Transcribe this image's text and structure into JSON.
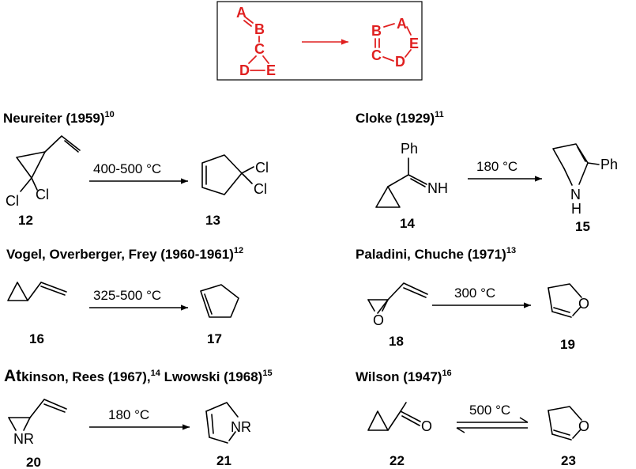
{
  "general": {
    "reactant_atoms": [
      "A",
      "B",
      "C",
      "D",
      "E"
    ],
    "product_atoms": [
      "B",
      "A",
      "E",
      "C",
      "D"
    ],
    "color": "#e02020"
  },
  "reactions": [
    {
      "title": "Neureiter (1959)",
      "ref": "10",
      "reactant_label": "12",
      "product_label": "13",
      "condition": "400-500 °C",
      "atoms": [
        "Cl",
        "Cl",
        "Cl",
        "Cl"
      ]
    },
    {
      "title": "Cloke (1929)",
      "ref": "11",
      "reactant_label": "14",
      "product_label": "15",
      "condition": "180 °C",
      "atoms": [
        "Ph",
        "NH",
        "Ph",
        "N",
        "H"
      ]
    },
    {
      "title": "Vogel, Overberger, Frey (1960-1961)",
      "ref": "12",
      "reactant_label": "16",
      "product_label": "17",
      "condition": "325-500 °C"
    },
    {
      "title": "Paladini, Chuche (1971)",
      "ref": "13",
      "reactant_label": "18",
      "product_label": "19",
      "condition": "300 °C",
      "atoms": [
        "O",
        "O"
      ]
    },
    {
      "title_big": "At",
      "title": "kinson, Rees (1967),",
      "ref": "14",
      "title2": " Lwowski (1968)",
      "ref2": "15",
      "reactant_label": "20",
      "product_label": "21",
      "condition": "180 °C",
      "atoms": [
        "NR",
        "NR"
      ]
    },
    {
      "title": "Wilson (1947)",
      "ref": "16",
      "reactant_label": "22",
      "product_label": "23",
      "condition": "500 °C",
      "atoms": [
        "O",
        "O"
      ]
    }
  ]
}
